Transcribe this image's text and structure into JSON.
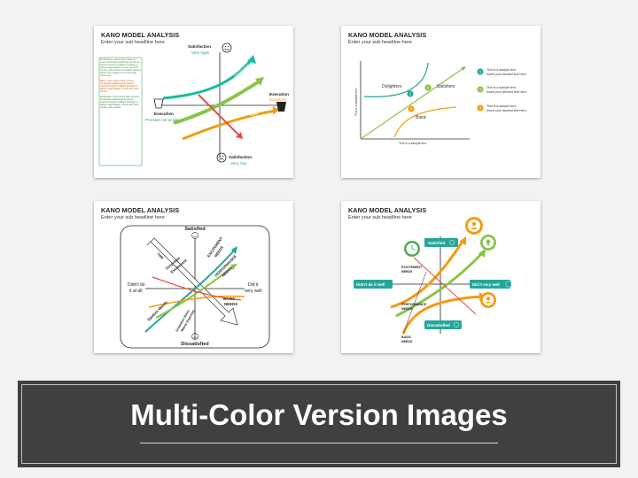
{
  "slides": [
    {
      "title": "KANO MODEL ANALYSIS",
      "subtitle": "Enter your sub headline here",
      "satisfaction_top": "Satisfaction",
      "satisfaction_top_value": "Very high!",
      "satisfaction_bottom": "Satisfaction",
      "satisfaction_bottom_value": "Very low!",
      "execution_left": "Execution",
      "execution_left_value": "Promise not at all!",
      "execution_right": "Execution",
      "execution_right_value": "Excellent",
      "arrow_label_top": "Excitement",
      "arrow_label_mid": "Performance",
      "arrow_label_bottom": "Basic",
      "side_text_1": "Performance: Lorem ipsum dolor sit amet, consectetur adipiscing elit, sed do eiusmod tempor incididunt ut labore et dolore magna aliqua. Ut enim ad minim veniam, quis nostrud exercitation ullamco laboris nisi ut aliquip ex ea commodo consequat.",
      "side_text_2": "Basic: Lorem ipsum dolor sit amet, consectetur adipiscing elit, sed do eiusmod tempor incididunt ut labore et dolore magna aliqua. Ut enim ad minim veniam.",
      "side_text_3": "Excitement: Lorem ipsum dolor sit amet, consectetur adipiscing elit, sed do eiusmod tempor incididunt ut labore et dolore magna aliqua. Ut enim ad minim veniam, quis nostrud."
    },
    {
      "title": "KANO MODEL ANALYSIS",
      "subtitle": "Enter your sub headline here",
      "delighters": "Delighters",
      "satisfiers": "Satisfiers",
      "basic": "Basic",
      "y_axis": "This is a sample text.",
      "x_axis": "This is a sample text.",
      "legend": [
        {
          "num": "1",
          "line1": "This is a sample text.",
          "line2": "Insert your desired text here."
        },
        {
          "num": "2",
          "line1": "This is a sample text.",
          "line2": "Insert your desired text here."
        },
        {
          "num": "3",
          "line1": "This is a sample text.",
          "line2": "Insert your desired text here."
        }
      ]
    },
    {
      "title": "KANO MODEL ANALYSIS",
      "subtitle": "Enter your sub headline here",
      "satisfied": "Satisfied",
      "dissatisfied": "Dissatisfied",
      "didnt_do": "Didn't do",
      "didnt_do_2": "it at all",
      "did_it": "Did it",
      "did_it_2": "very well",
      "excitement_needs": "EXCITEMENT",
      "excitement_needs_2": "NEEDS",
      "performance_needs": "PERFORMANCE",
      "performance_needs_2": "NEEDS",
      "basic_needs": "BASIC",
      "basic_needs_2": "NEEDS",
      "time": "TIME",
      "unspoken": "Unspoken",
      "unspoken_2": "Excitement",
      "spoken_wants": "Spoken Wants",
      "unspoken_basic": "Unspoken Basic",
      "unspoken_basic_2": "Wants Expected"
    },
    {
      "title": "KANO MODEL ANALYSIS",
      "subtitle": "Enter your sub headline here",
      "satisfied": "Satisfied",
      "dissatisfied": "Dissatisfied",
      "didnt_do": "Didn't do it well",
      "did_it": "Did it very well",
      "excitement_needs": "EXCITEMENT",
      "excitement_needs_2": "NEEDS",
      "performance_needs": "PERFORMANCE",
      "performance_needs_2": "NEEDS",
      "basic_needs": "BASIC",
      "basic_needs_2": "NEEDS"
    }
  ],
  "banner": {
    "title": "Multi-Color Version Images"
  },
  "colors": {
    "green": "#4caf50",
    "light_green": "#8bc34a",
    "teal": "#26a69a",
    "orange": "#f39c12",
    "red": "#e74c3c",
    "banner_bg": "#404040"
  }
}
